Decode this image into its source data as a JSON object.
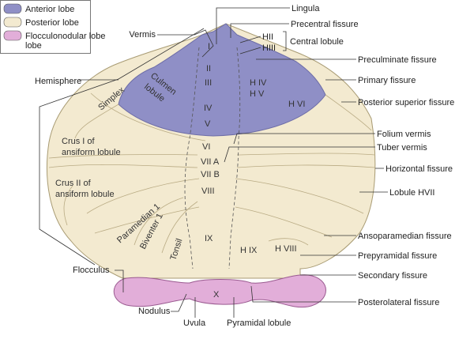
{
  "legend": {
    "items": [
      {
        "label": "Anterior lobe",
        "color": "#8f8fc6"
      },
      {
        "label": "Posterior lobe",
        "color": "#f3ead0"
      },
      {
        "label": "Flocculonodular lobe",
        "color": "#e2aed9"
      }
    ],
    "line2": "lobe"
  },
  "colors": {
    "anterior": "#8f8fc6",
    "posterior": "#f3ead0",
    "flocculonodular": "#e2aed9",
    "outline": "#a89b73"
  },
  "labels": {
    "vermis": "Vermis",
    "hemisphere": "Hemisphere",
    "flocculus": "Flocculus",
    "nodulus": "Nodulus",
    "uvula": "Uvula",
    "pyramidal_lobule": "Pyramidal lobule",
    "lingula": "Lingula",
    "precentral_fissure": "Precentral fissure",
    "hii": "HII",
    "hiii": "HIII",
    "central_lobule": "Central lobule",
    "preculminate_fissure": "Preculminate fissure",
    "primary_fissure": "Primary fissure",
    "posterior_superior_fissure": "Posterior superior fissure",
    "folium_vermis": "Folium vermis",
    "tuber_vermis": "Tuber vermis",
    "horizontal_fissure": "Horizontal fissure",
    "lobule_hvii": "Lobule HVII",
    "ansoparamedian_fissure": "Ansoparamedian fissure",
    "prepyramidal_fissure": "Prepyramidal fissure",
    "secondary_fissure": "Secondary fissure",
    "posterolateral_fissure": "Posterolateral fissure"
  },
  "inner": {
    "i": "I",
    "ii": "II",
    "iii": "III",
    "iv": "IV",
    "v": "V",
    "vi": "VI",
    "viia": "VII A",
    "viib": "VII B",
    "viii": "VIII",
    "ix": "IX",
    "x": "X",
    "hiv": "H IV",
    "hv": "H V",
    "hvi": "H VI",
    "hviii": "H VIII",
    "hix": "H IX",
    "culmen": "Culmen",
    "lobule": "lobule",
    "simplex": "Simplex",
    "crus1a": "Crus I of",
    "crus1b": "ansiform lobule",
    "crus2a": "Crus II of",
    "crus2b": "ansiform lobule",
    "paramedian": "Paramedian 1",
    "biventer": "Biventer 1",
    "tonsil": "Tonsil"
  }
}
